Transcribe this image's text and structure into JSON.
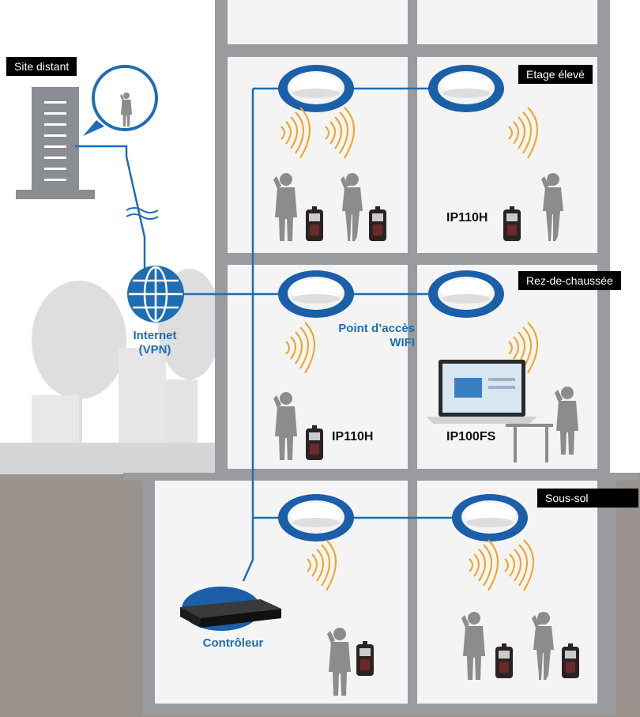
{
  "labels": {
    "site_distant": "Site distant",
    "etage_eleve": "Etage élevé",
    "rez_de_chaussee": "Rez-de-chaussée",
    "sous_sol": "Sous-sol",
    "internet_line1": "Internet",
    "internet_line2": "(VPN)",
    "access_point_line1": "Point d’accès",
    "access_point_line2": "WIFI",
    "controleur": "Contrôleur",
    "ip110h_upper": "IP110H",
    "ip110h_ground": "IP110H",
    "ip100fs": "IP100FS"
  },
  "colors": {
    "network_line": "#1f6db3",
    "access_point_ring": "#1a5fa8",
    "wifi_waves": "#f3a21c",
    "wall": "#999b9e",
    "room": "#f4f4f4",
    "ground": "#9a928c",
    "person": "#8c8c8c",
    "label_bg": "#000000"
  }
}
